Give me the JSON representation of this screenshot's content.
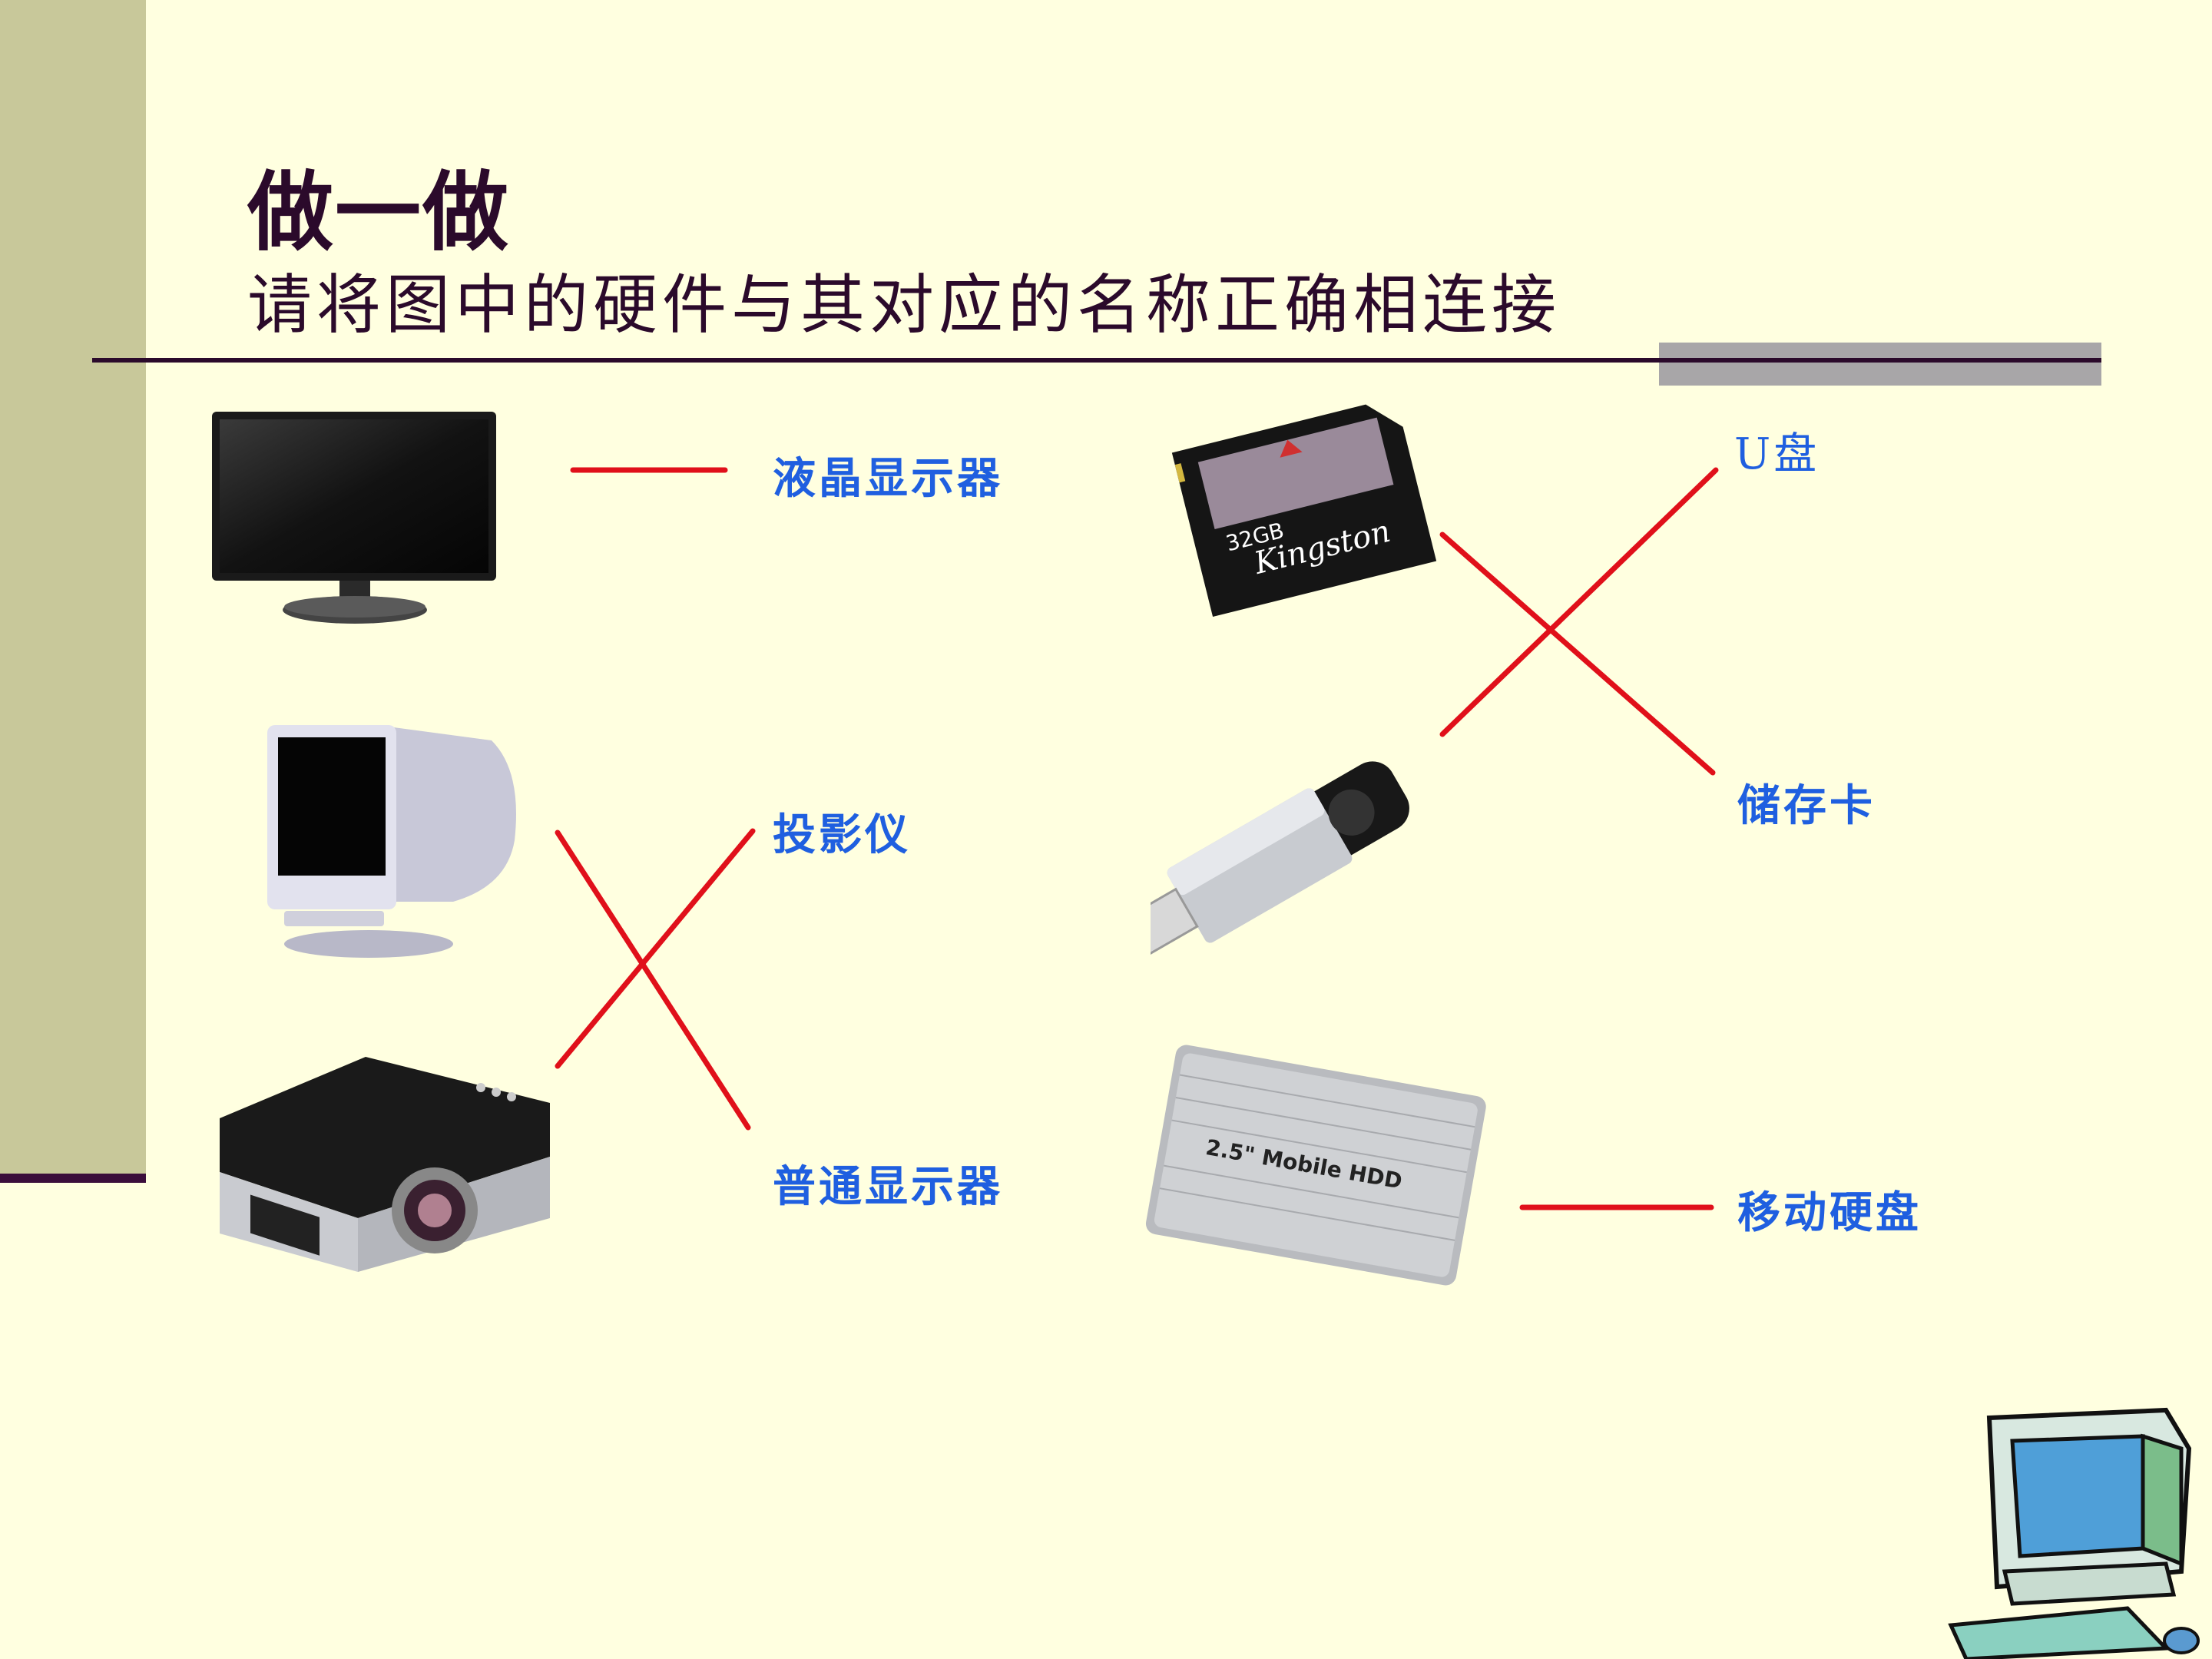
{
  "slide": {
    "title": "做一做",
    "subtitle": "请将图中的硬件与其对应的名称正确相连接"
  },
  "labels": {
    "lcd": "液晶显示器",
    "projector": "投影仪",
    "crt": "普通显示器",
    "usb": "U盘",
    "card": "储存卡",
    "hdd": "移动硬盘"
  },
  "devices": {
    "sd_card_capacity": "32GB",
    "sd_card_brand": "Kingston",
    "hdd_text": "2.5\" Mobile HDD"
  },
  "colors": {
    "background": "#FFFFE0",
    "sidebar": "#C8C89A",
    "title": "#2B0A2B",
    "label": "#1F5FE0",
    "line": "#E0101A"
  }
}
